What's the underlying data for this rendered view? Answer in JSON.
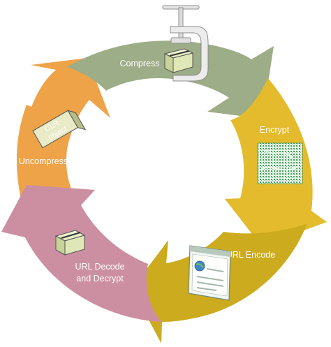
{
  "stages": [
    {
      "key": "compress",
      "label": "Compress",
      "color": "#9cad87"
    },
    {
      "key": "encrypt",
      "label": "Encrypt",
      "color": "#e3bb2d"
    },
    {
      "key": "urlencode",
      "label": "URL Encode",
      "color": "#ccab1f"
    },
    {
      "key": "urldecode",
      "label_line1": "URL Decode",
      "label_line2": "and Decrypt",
      "color": "#cc8fa2"
    },
    {
      "key": "uncompress",
      "label": "Uncompress",
      "color": "#eea349"
    }
  ],
  "object_label_line1": "CLR-",
  "object_label_line2": "object",
  "icons": [
    "c-clamp-icon",
    "clr-object-box-icon",
    "encrypted-data-icon",
    "browser-window-icon",
    "data-box-icon"
  ]
}
